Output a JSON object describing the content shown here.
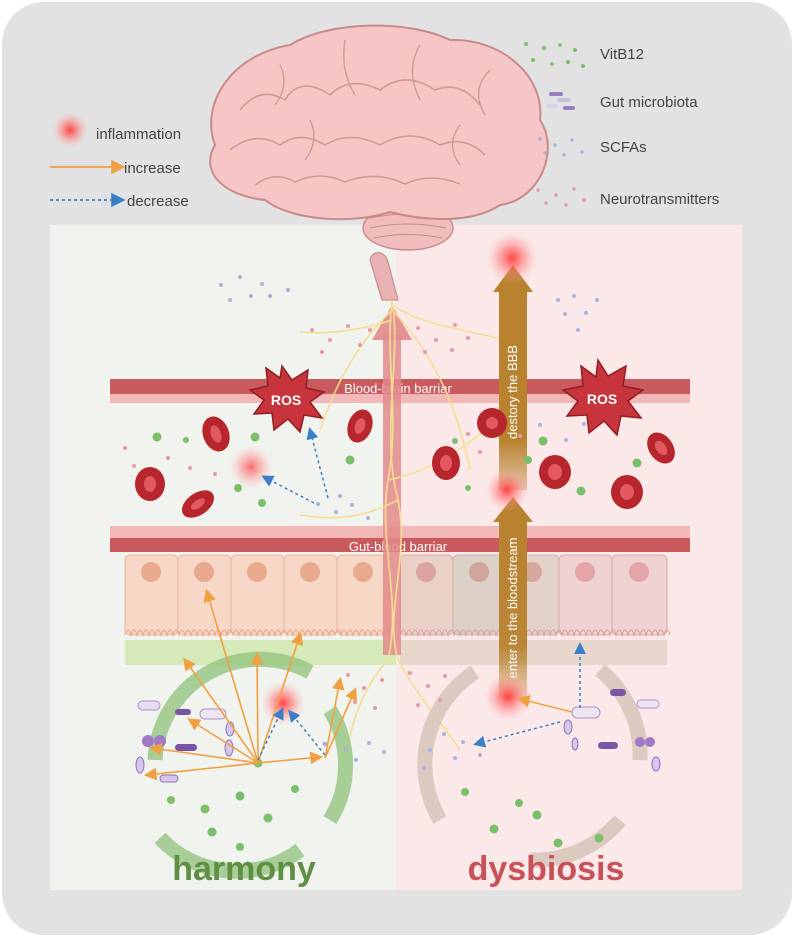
{
  "legend_left": {
    "inflammation": "inflammation",
    "increase": "increase",
    "decrease": "decrease"
  },
  "legend_right": {
    "vitb12": "VitB12",
    "gut_microbiota": "Gut microbiota",
    "scfas": "SCFAs",
    "neurotransmitters": "Neurotransmitters"
  },
  "barriers": {
    "blood_brain": "Blood-brain barriar",
    "gut_blood": "Gut-blood barriar"
  },
  "ros_label": "ROS",
  "arrow_labels": {
    "destroy_bbb": "destory the BBB",
    "enter_bloodstream": "enter to the bloodstream"
  },
  "states": {
    "harmony": "harmony",
    "dysbiosis": "dysbiosis"
  },
  "colors": {
    "frame": "#e2e2e2",
    "harmony_panel": "#f1f3ee",
    "dysbiosis_panel": "#fbe9e9",
    "barrier": "#c95a5e",
    "barrier_light": "#f3b9b9",
    "increase_arrow": "#f0a040",
    "decrease_arrow": "#3a7fc8",
    "vitb12": "#7cbf6a",
    "scfa": "#a9b3dc",
    "neurotransmitter": "#e89aa6",
    "harmony_text": "#5e8f45",
    "dysbiosis_text": "#c8525a",
    "ros": "#c8343c",
    "rbc": "#b8262d",
    "bbb_arrow": "#b07a2a"
  }
}
